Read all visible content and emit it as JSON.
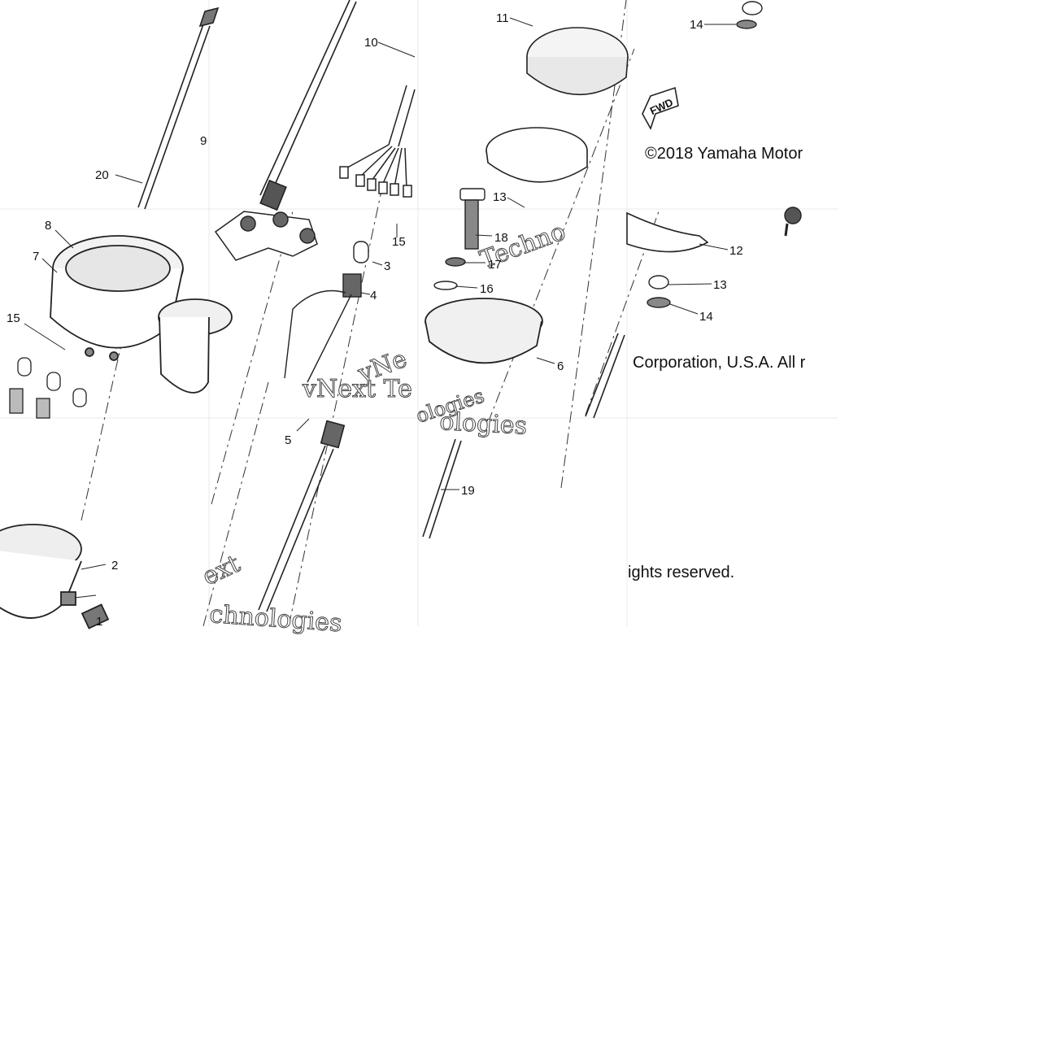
{
  "diagram": {
    "callouts": [
      {
        "id": "c1",
        "label": "1"
      },
      {
        "id": "c2",
        "label": "2"
      },
      {
        "id": "c3",
        "label": "3"
      },
      {
        "id": "c4",
        "label": "4"
      },
      {
        "id": "c5",
        "label": "5"
      },
      {
        "id": "c6",
        "label": "6"
      },
      {
        "id": "c7",
        "label": "7"
      },
      {
        "id": "c8",
        "label": "8"
      },
      {
        "id": "c9",
        "label": "9"
      },
      {
        "id": "c10",
        "label": "10"
      },
      {
        "id": "c11",
        "label": "11"
      },
      {
        "id": "c12",
        "label": "12"
      },
      {
        "id": "c13a",
        "label": "13"
      },
      {
        "id": "c13b",
        "label": "13"
      },
      {
        "id": "c14a",
        "label": "14"
      },
      {
        "id": "c14b",
        "label": "14"
      },
      {
        "id": "c15a",
        "label": "15"
      },
      {
        "id": "c15b",
        "label": "15"
      },
      {
        "id": "c16",
        "label": "16"
      },
      {
        "id": "c17",
        "label": "17"
      },
      {
        "id": "c18",
        "label": "18"
      },
      {
        "id": "c19",
        "label": "19"
      },
      {
        "id": "c20",
        "label": "20"
      }
    ],
    "badge": "FWD",
    "copyright": {
      "part1": "©2018 Yamaha Motor",
      "part2": "Corporation, U.S.A. All r",
      "part3": "ights reserved."
    },
    "watermarks": {
      "w1": "vNext Te",
      "w2": "ologies",
      "w3": "Techno",
      "w4": "yNe",
      "w5": "ext",
      "w6": "chnologies",
      "w7": "ologies"
    }
  }
}
